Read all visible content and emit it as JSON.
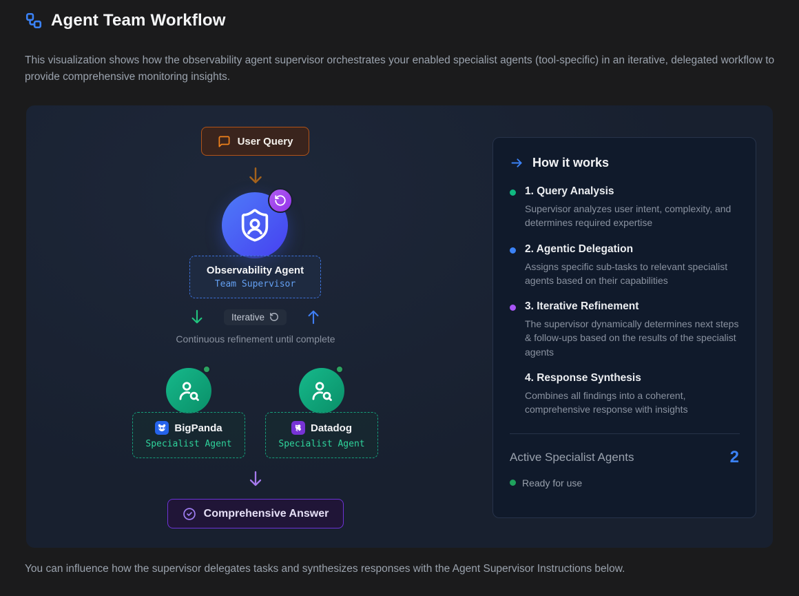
{
  "colors": {
    "accent_blue": "#3b82f6",
    "accent_orange": "#f06a17",
    "accent_green": "#10b981",
    "accent_purple": "#a855f7",
    "supervisor_gradient": [
      "#4e7bf8",
      "#4640f0"
    ],
    "agent_gradient": [
      "#16b98b",
      "#0a8f68"
    ],
    "canvas_bg": "#18202f",
    "panel_bg": "#101a2b"
  },
  "header": {
    "title": "Agent Team Workflow",
    "description": "This visualization shows how the observability agent supervisor orchestrates your enabled specialist agents (tool-specific) in an iterative, delegated workflow to provide comprehensive monitoring insights."
  },
  "flow": {
    "user_query_label": "User Query",
    "supervisor": {
      "name": "Observability Agent",
      "role": "Team Supervisor"
    },
    "iterative_badge_label": "Iterative",
    "refinement_caption": "Continuous refinement until complete",
    "agents": [
      {
        "name": "BigPanda",
        "role": "Specialist Agent"
      },
      {
        "name": "Datadog",
        "role": "Specialist Agent"
      }
    ],
    "answer_label": "Comprehensive Answer"
  },
  "how_it_works": {
    "title": "How it works",
    "steps": [
      {
        "title": "1. Query Analysis",
        "description": "Supervisor analyzes user intent, complexity, and determines required expertise",
        "bullet_color": "#f06a17"
      },
      {
        "title": "2. Agentic Delegation",
        "description": "Assigns specific sub-tasks to relevant specialist agents based on their capabilities",
        "bullet_color": "#10b981"
      },
      {
        "title": "3. Iterative Refinement",
        "description": "The supervisor dynamically determines next steps & follow-ups based on the results of the specialist agents",
        "bullet_color": "#3b82f6"
      },
      {
        "title": "4. Response Synthesis",
        "description": "Combines all findings into a coherent, comprehensive response with insights",
        "bullet_color": "#a855f7"
      }
    ],
    "active_agents_label": "Active Specialist Agents",
    "active_agents_count": "2",
    "ready_label": "Ready for use"
  },
  "footer": {
    "note": "You can influence how the supervisor delegates tasks and synthesizes responses with the Agent Supervisor Instructions below."
  }
}
